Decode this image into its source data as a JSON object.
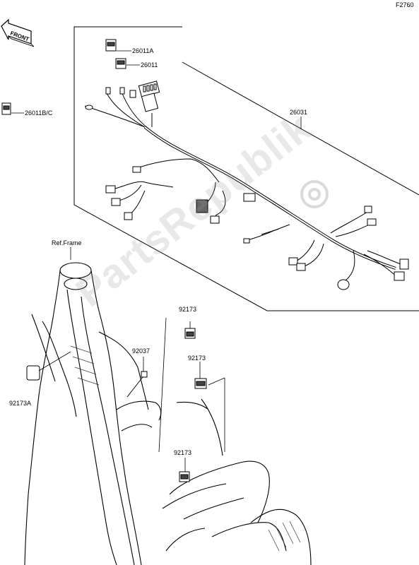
{
  "figure_code": "F2760",
  "front_arrow": {
    "label": "FRONT"
  },
  "watermark": "PartsRepublik",
  "parts": [
    {
      "id": "p26011A",
      "number": "26011A"
    },
    {
      "id": "p26011",
      "number": "26011"
    },
    {
      "id": "p26011BC",
      "number": "26011B/C"
    },
    {
      "id": "p26031",
      "number": "26031"
    },
    {
      "id": "refframe",
      "number": "Ref.Frame"
    },
    {
      "id": "p92173a",
      "number": "92173"
    },
    {
      "id": "p92037",
      "number": "92037"
    },
    {
      "id": "p92173b",
      "number": "92173"
    },
    {
      "id": "p92173A",
      "number": "92173A"
    },
    {
      "id": "p92173c",
      "number": "92173"
    }
  ]
}
